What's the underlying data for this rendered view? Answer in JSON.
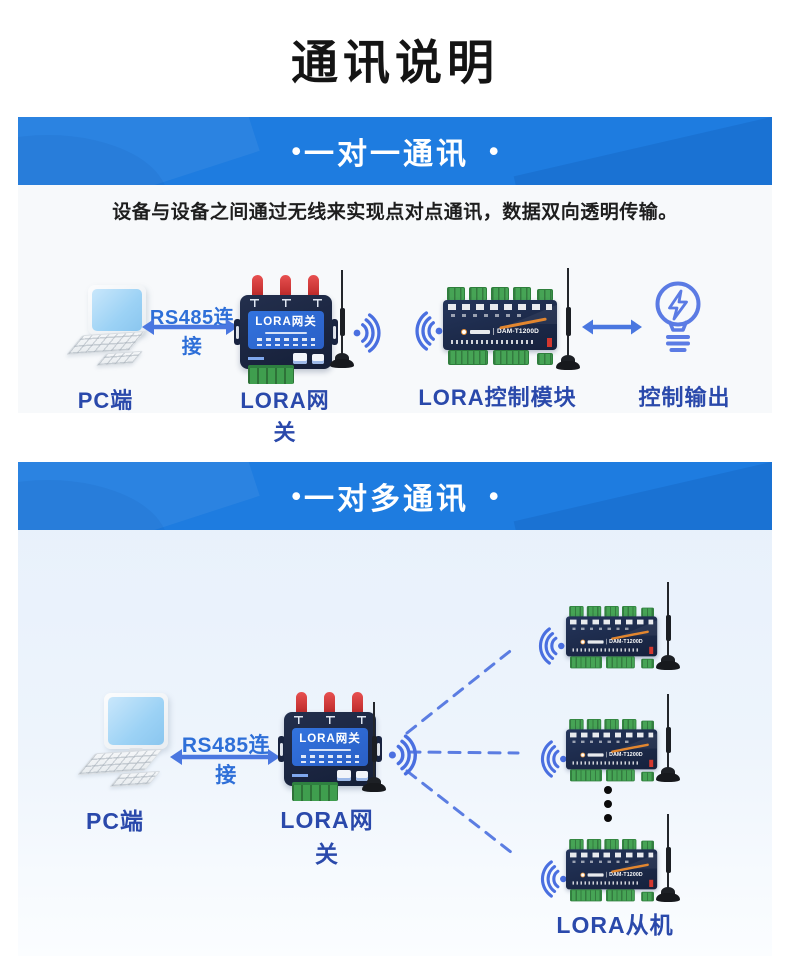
{
  "page": {
    "title": "通讯说明"
  },
  "decor": {
    "bullet": "•"
  },
  "section_one": {
    "header": "一对一通讯",
    "description": "设备与设备之间通过无线来实现点对点通讯，数据双向透明传输。",
    "rs485_label": "RS485连接",
    "pc_label": "PC端",
    "gateway_label": "LORA网关",
    "module_label": "LORA控制模块",
    "output_label": "控制输出"
  },
  "section_many": {
    "header": "一对多通讯",
    "rs485_label": "RS485连接",
    "pc_label": "PC端",
    "gateway_label": "LORA网关",
    "slaves_label": "LORA从机"
  },
  "device_text": {
    "gateway_name": "LORA网关",
    "module_model": "DAM-T1200D"
  },
  "colors": {
    "header_blue": "#1e7ce0",
    "panel_one_bg": "#f7f9fb",
    "panel_many_bg_top": "#e7f0fb",
    "label_blue": "#2a49ab",
    "link_blue": "#2e6fd8",
    "arrow_blue": "#4a77e0",
    "wifi_blue": "#4a6fe0",
    "dashed_blue": "#5b7de2",
    "bulb_blue": "#5b7be4",
    "device_navy": "#1b2a47",
    "device_panel_blue": "#2d6bd8",
    "terminal_green": "#3f9e4e",
    "antenna_red": "#d93a3a",
    "title_black": "#141414"
  }
}
